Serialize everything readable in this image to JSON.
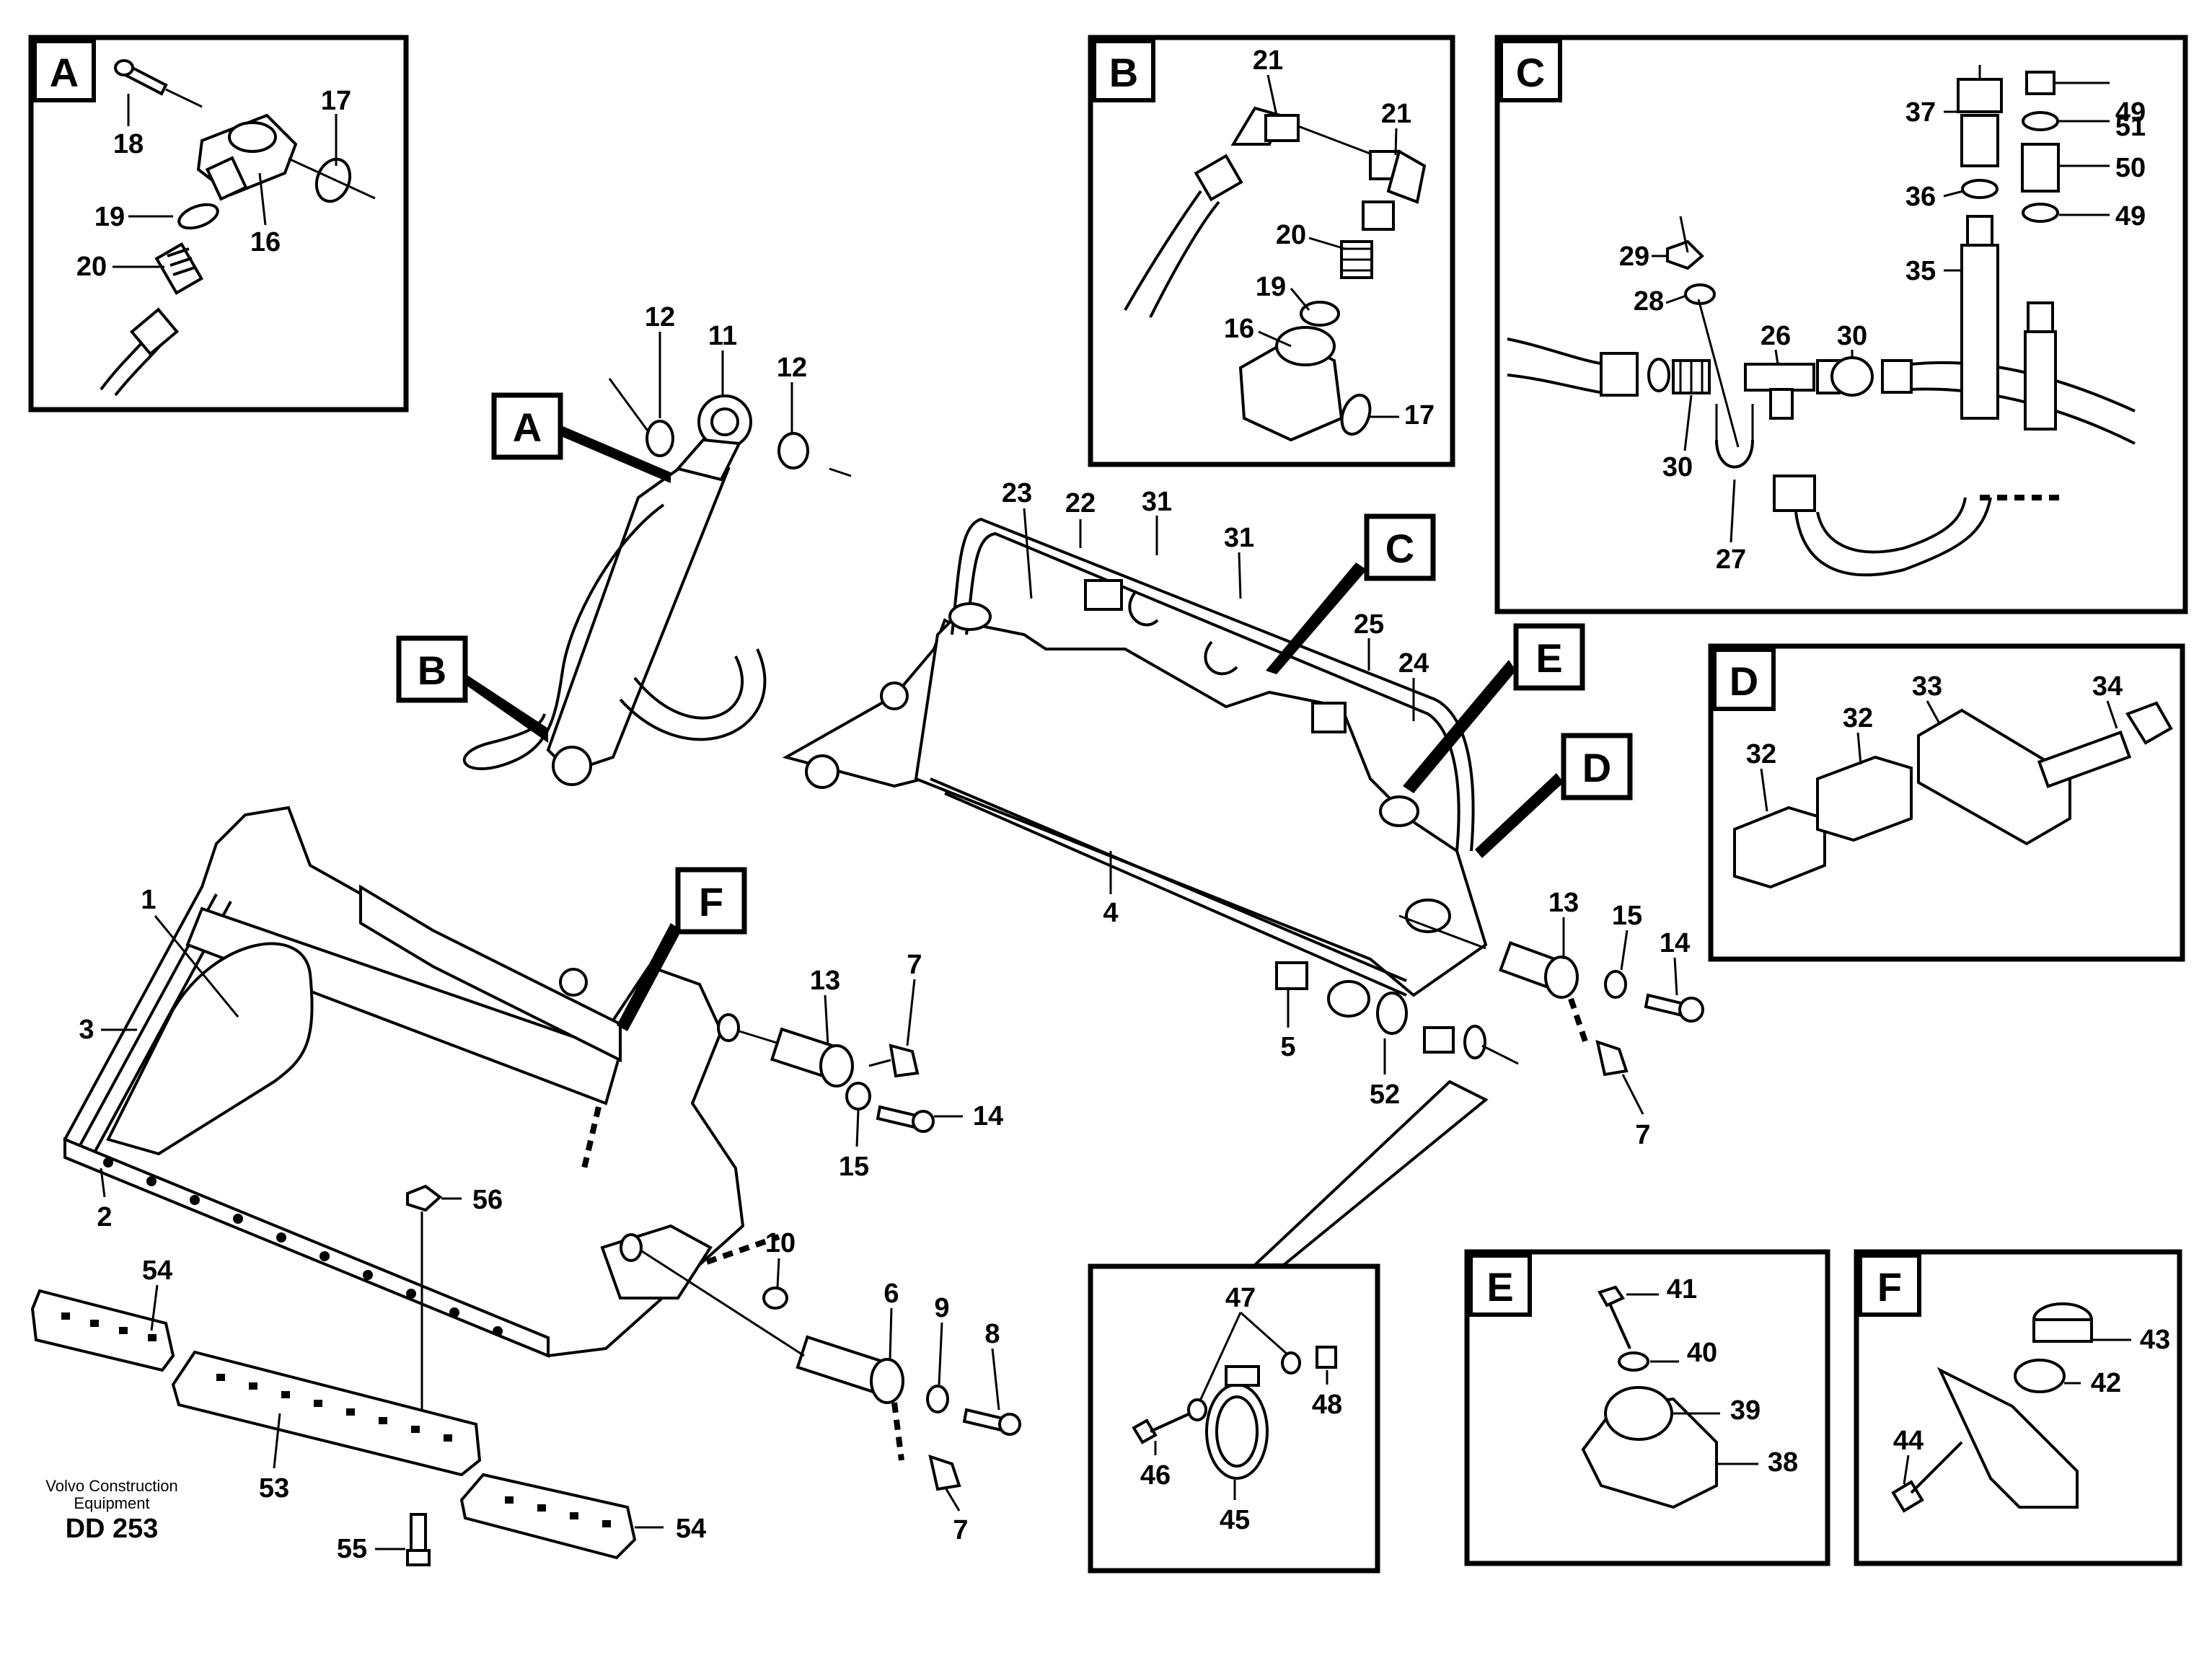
{
  "title": "",
  "footer": {
    "maker": "Volvo Construction",
    "maker2": "Equipment",
    "code": "DD 253"
  },
  "detail_boxes": [
    "A",
    "B",
    "C",
    "D",
    "E",
    "F"
  ],
  "callouts": {
    "A": "A",
    "B": "B",
    "C": "C",
    "D": "D",
    "E": "E",
    "F": "F"
  },
  "parts": {
    "p1": "1",
    "p2": "2",
    "p3": "3",
    "p4": "4",
    "p5": "5",
    "p6": "6",
    "p7": "7",
    "p8": "8",
    "p9": "9",
    "p10": "10",
    "p11": "11",
    "p12": "12",
    "p13": "13",
    "p14": "14",
    "p15": "15",
    "p16": "16",
    "p17": "17",
    "p18": "18",
    "p19": "19",
    "p20": "20",
    "p21": "21",
    "p22": "22",
    "p23": "23",
    "p24": "24",
    "p25": "25",
    "p26": "26",
    "p27": "27",
    "p28": "28",
    "p29": "29",
    "p30": "30",
    "p31": "31",
    "p32": "32",
    "p33": "33",
    "p34": "34",
    "p35": "35",
    "p36": "36",
    "p37": "37",
    "p38": "38",
    "p39": "39",
    "p40": "40",
    "p41": "41",
    "p42": "42",
    "p43": "43",
    "p44": "44",
    "p45": "45",
    "p46": "46",
    "p47": "47",
    "p48": "48",
    "p49": "49",
    "p50": "50",
    "p51": "51",
    "p52": "52",
    "p53": "53",
    "p54": "54",
    "p55": "55",
    "p56": "56"
  }
}
